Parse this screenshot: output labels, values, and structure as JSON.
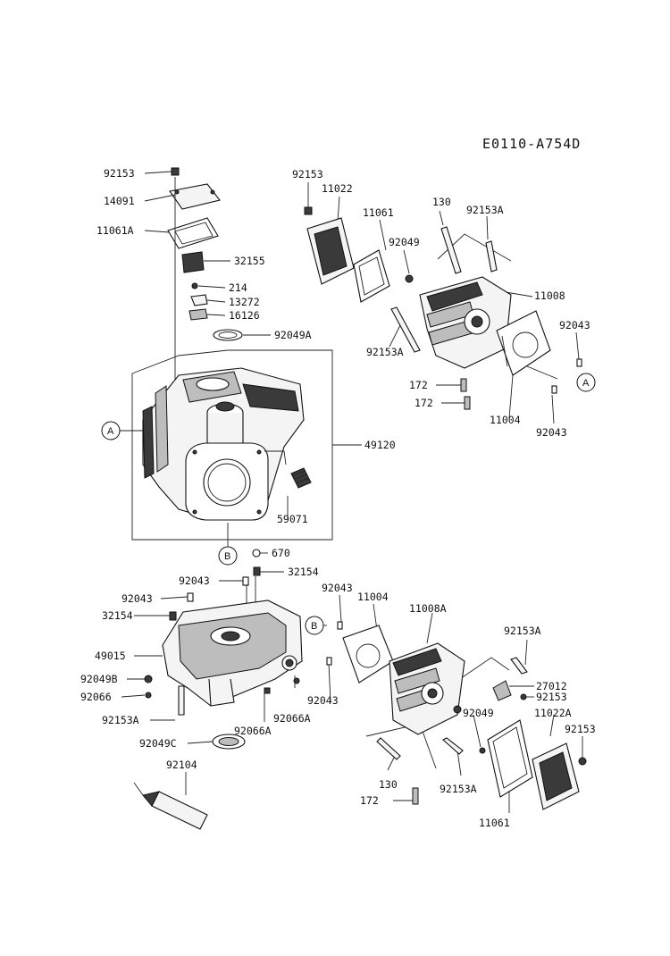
{
  "diagram_code": "E0110-A754D",
  "callouts": {
    "a": "A",
    "b": "B"
  },
  "labels": {
    "p92153_top": "92153",
    "p14091": "14091",
    "p11061A": "11061A",
    "p32155": "32155",
    "p214": "214",
    "p13272": "13272",
    "p16126": "16126",
    "p92049A": "92049A",
    "p49120": "49120",
    "p59071": "59071",
    "p670": "670",
    "p32154_a": "32154",
    "p92043_a": "92043",
    "p92043_b": "92043",
    "p32154_b": "32154",
    "p49015": "49015",
    "p92049B": "92049B",
    "p92066": "92066",
    "p92066A_a": "92066A",
    "p92066A_b": "92066A",
    "p92153A_a": "92153A",
    "p92049C": "92049C",
    "p92104": "92104",
    "p92153_ur": "92153",
    "p11022": "11022",
    "p11061_ur": "11061",
    "p130_ur": "130",
    "p92153A_ur": "92153A",
    "p92049_ur": "92049",
    "p11008": "11008",
    "p92153A_ur2": "92153A",
    "p92043_ur": "92043",
    "p172_a": "172",
    "p172_b": "172",
    "p11004_ur": "11004",
    "p92043_ur2": "92043",
    "p92043_lr": "92043",
    "p11004_lr": "11004",
    "p11008A": "11008A",
    "p92153A_lr": "92153A",
    "p27012": "27012",
    "p92153_lr": "92153",
    "p92043_lr2": "92043",
    "p92049_lr": "92049",
    "p11022A": "11022A",
    "p92153_lr2": "92153",
    "p130_lr": "130",
    "p92153A_lr2": "92153A",
    "p172_lr": "172",
    "p11061_lr": "11061"
  }
}
